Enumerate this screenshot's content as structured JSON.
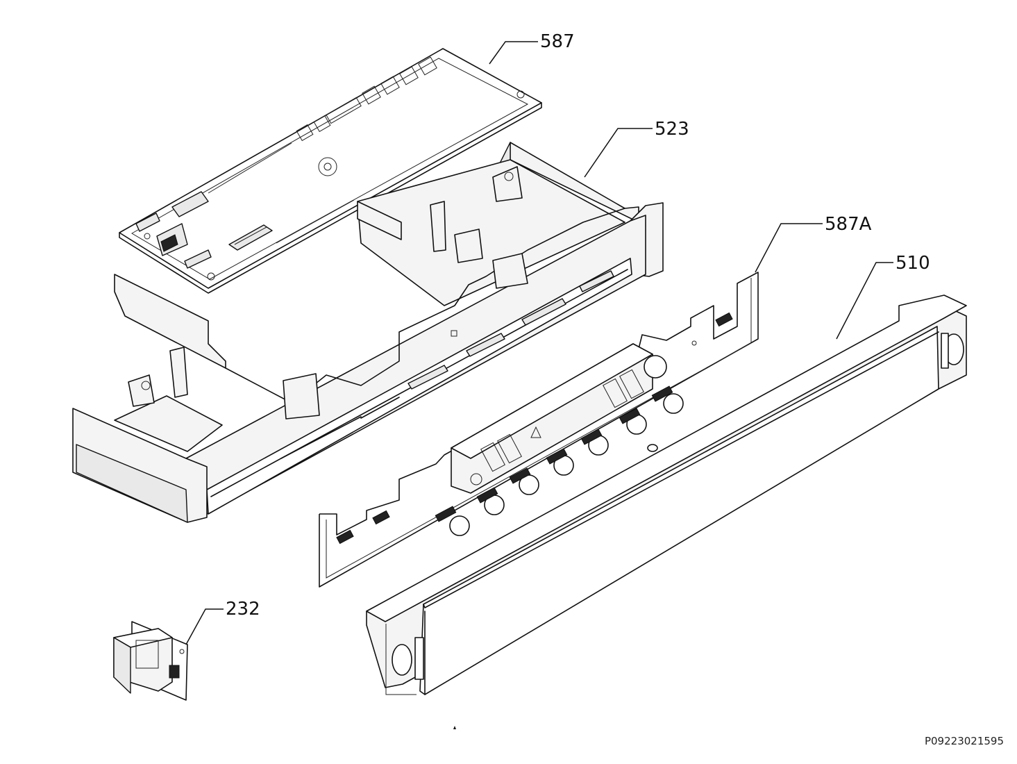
{
  "callouts": [
    {
      "id": "587",
      "text": "587"
    },
    {
      "id": "523",
      "text": "523"
    },
    {
      "id": "587A",
      "text": "587A"
    },
    {
      "id": "510",
      "text": "510"
    },
    {
      "id": "232",
      "text": "232"
    }
  ],
  "document_id": "P09223021595"
}
